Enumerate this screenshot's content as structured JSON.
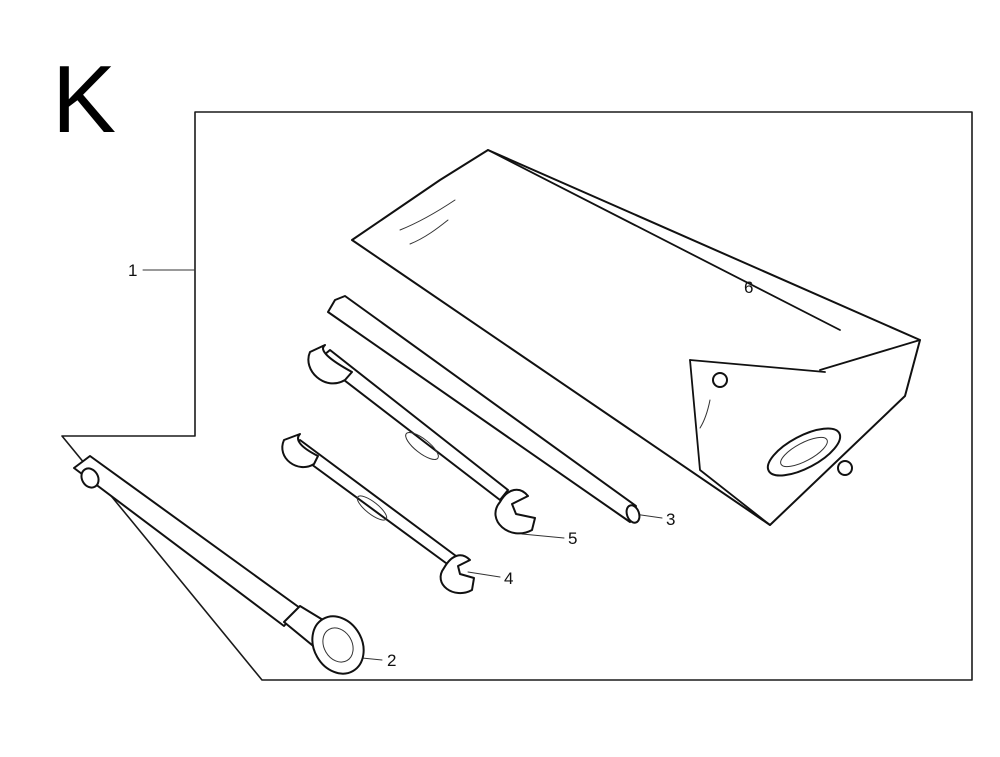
{
  "section": {
    "letter": "K"
  },
  "callouts": [
    {
      "id": "1",
      "label": "1"
    },
    {
      "id": "2",
      "label": "2"
    },
    {
      "id": "3",
      "label": "3"
    },
    {
      "id": "4",
      "label": "4"
    },
    {
      "id": "5",
      "label": "5"
    },
    {
      "id": "6",
      "label": "6"
    }
  ]
}
